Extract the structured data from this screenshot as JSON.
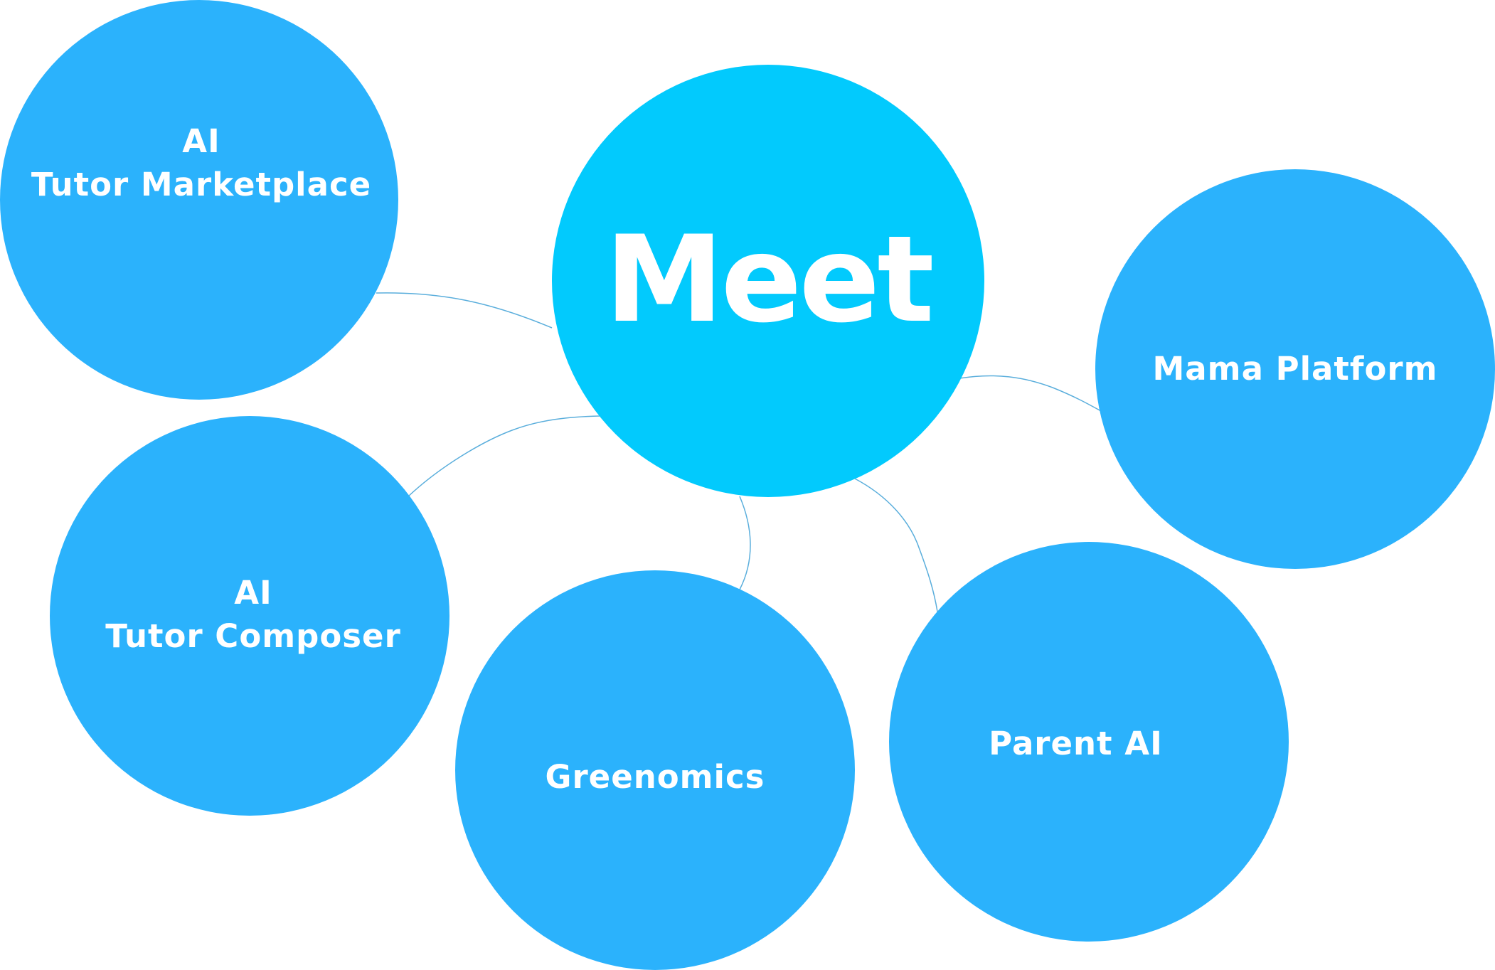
{
  "hub": {
    "label": "Meet"
  },
  "satellites": [
    {
      "id": "tutor-market",
      "label": "AI\nTutor Marketplace"
    },
    {
      "id": "tutor-composer",
      "label": "AI\nTutor Composer"
    },
    {
      "id": "greenomics",
      "label": "Greenomics"
    },
    {
      "id": "parent-ai",
      "label": "Parent AI"
    },
    {
      "id": "mama-platform",
      "label": "Mama Platform"
    }
  ],
  "colors": {
    "hub": "#02cafd",
    "satellite": "#2bb2fc",
    "connector": "#5aaedc",
    "text": "#ffffff"
  }
}
